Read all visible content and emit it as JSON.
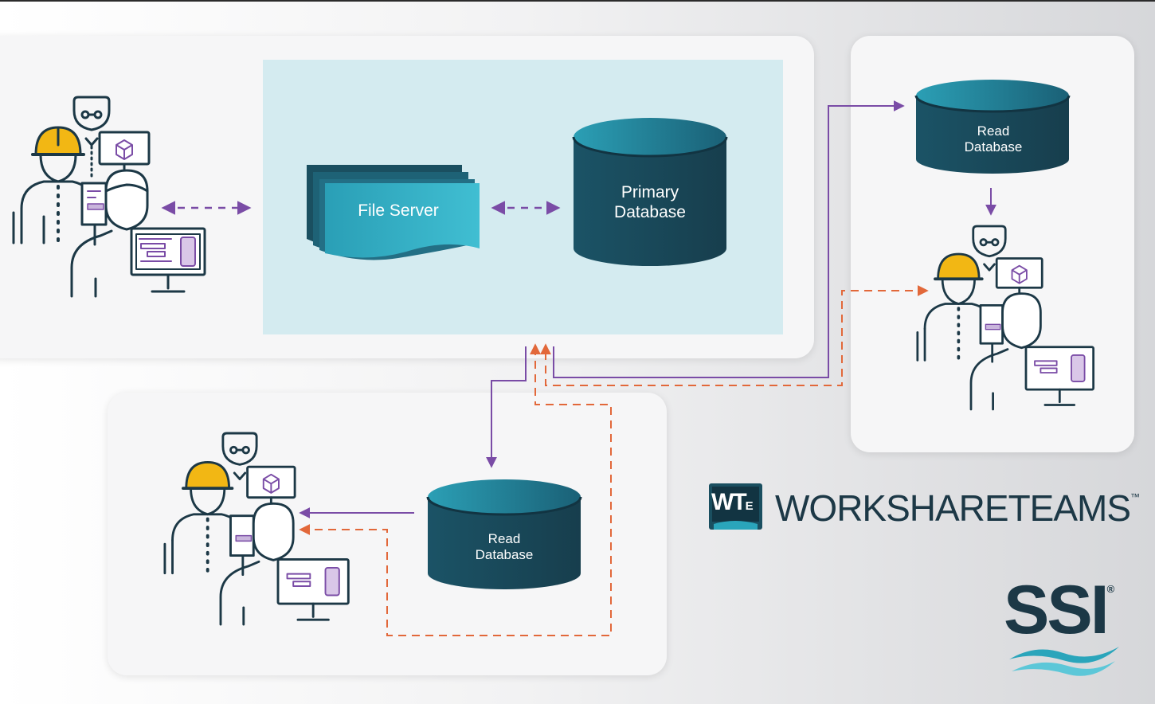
{
  "file_server": {
    "label": "File Server"
  },
  "primary_db": {
    "line1": "Primary",
    "line2": "Database"
  },
  "read_db_right": {
    "line1": "Read",
    "line2": "Database"
  },
  "read_db_bottom": {
    "line1": "Read",
    "line2": "Database"
  },
  "logos": {
    "wte_badge": "WT",
    "wte_sub": "E",
    "workshare": "WORKSHARETEAMS",
    "trademark": "™",
    "ssi": "SSI",
    "registered": "®"
  },
  "colors": {
    "teal_dark": "#1a4f60",
    "teal_light": "#2aa5bb",
    "purple_arrow": "#7a4ca6",
    "orange_arrow": "#e2683a",
    "helmet": "#f2b714",
    "figure_line": "#1c3846"
  }
}
